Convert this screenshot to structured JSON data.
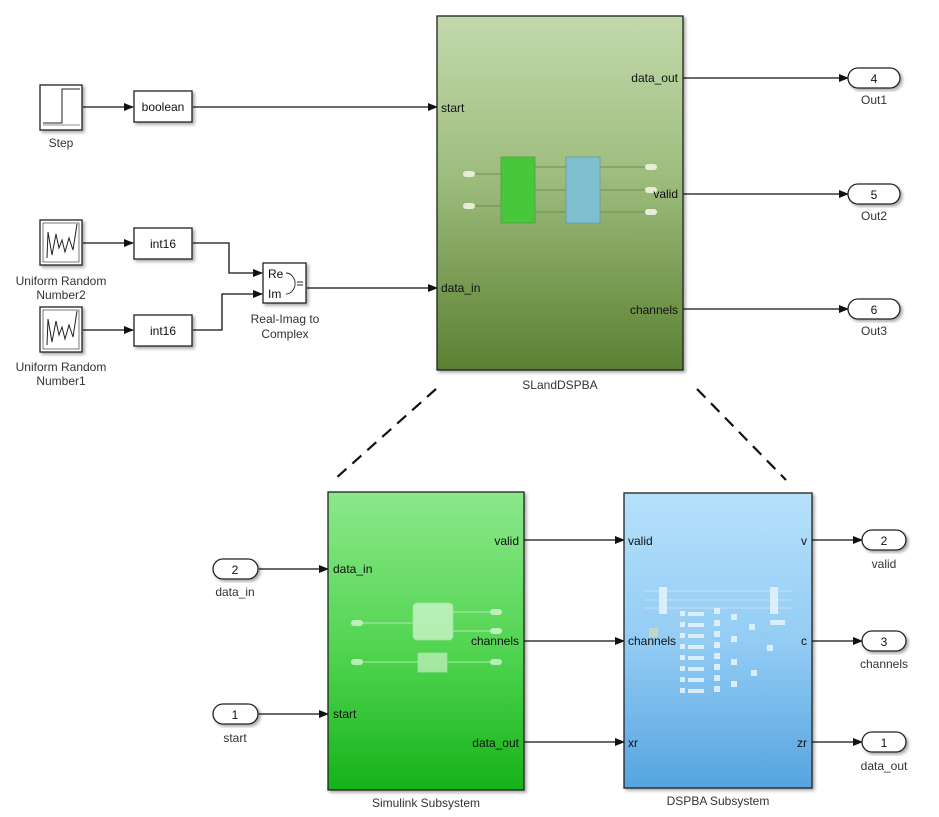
{
  "top_model": {
    "sources": {
      "step": {
        "label": "Step"
      },
      "random2": {
        "label_line1": "Uniform Random",
        "label_line2": "Number2"
      },
      "random1": {
        "label_line1": "Uniform Random",
        "label_line2": "Number1"
      }
    },
    "converters": {
      "boolean": "boolean",
      "int16_a": "int16",
      "int16_b": "int16"
    },
    "real_imag": {
      "re": "Re",
      "im": "Im",
      "label_line1": "Real-Imag to",
      "label_line2": "Complex"
    },
    "subsystem": {
      "name": "SLandDSPBA",
      "inputs": [
        "start",
        "data_in"
      ],
      "outputs": [
        "data_out",
        "valid",
        "channels"
      ]
    },
    "outports": [
      {
        "number": "4",
        "label": "Out1"
      },
      {
        "number": "5",
        "label": "Out2"
      },
      {
        "number": "6",
        "label": "Out3"
      }
    ]
  },
  "sub_model": {
    "inports": [
      {
        "number": "2",
        "label": "data_in"
      },
      {
        "number": "1",
        "label": "start"
      }
    ],
    "simulink_subsystem": {
      "name": "Simulink Subsystem",
      "inputs": [
        "data_in",
        "start"
      ],
      "outputs": [
        "valid",
        "channels",
        "data_out"
      ]
    },
    "dspba_subsystem": {
      "name": "DSPBA Subsystem",
      "inputs": [
        "valid",
        "channels",
        "xr"
      ],
      "outputs": [
        "v",
        "c",
        "zr"
      ]
    },
    "outports": [
      {
        "number": "2",
        "label": "valid"
      },
      {
        "number": "3",
        "label": "channels"
      },
      {
        "number": "1",
        "label": "data_out"
      }
    ]
  },
  "colors": {
    "top_subsystem_top": "#c3d9ac",
    "top_subsystem_bottom": "#5b8032",
    "simulink_top": "#8ce88a",
    "simulink_bottom": "#16b21a",
    "dspba_top": "#b6e1fb",
    "dspba_bottom": "#56a4e0"
  }
}
